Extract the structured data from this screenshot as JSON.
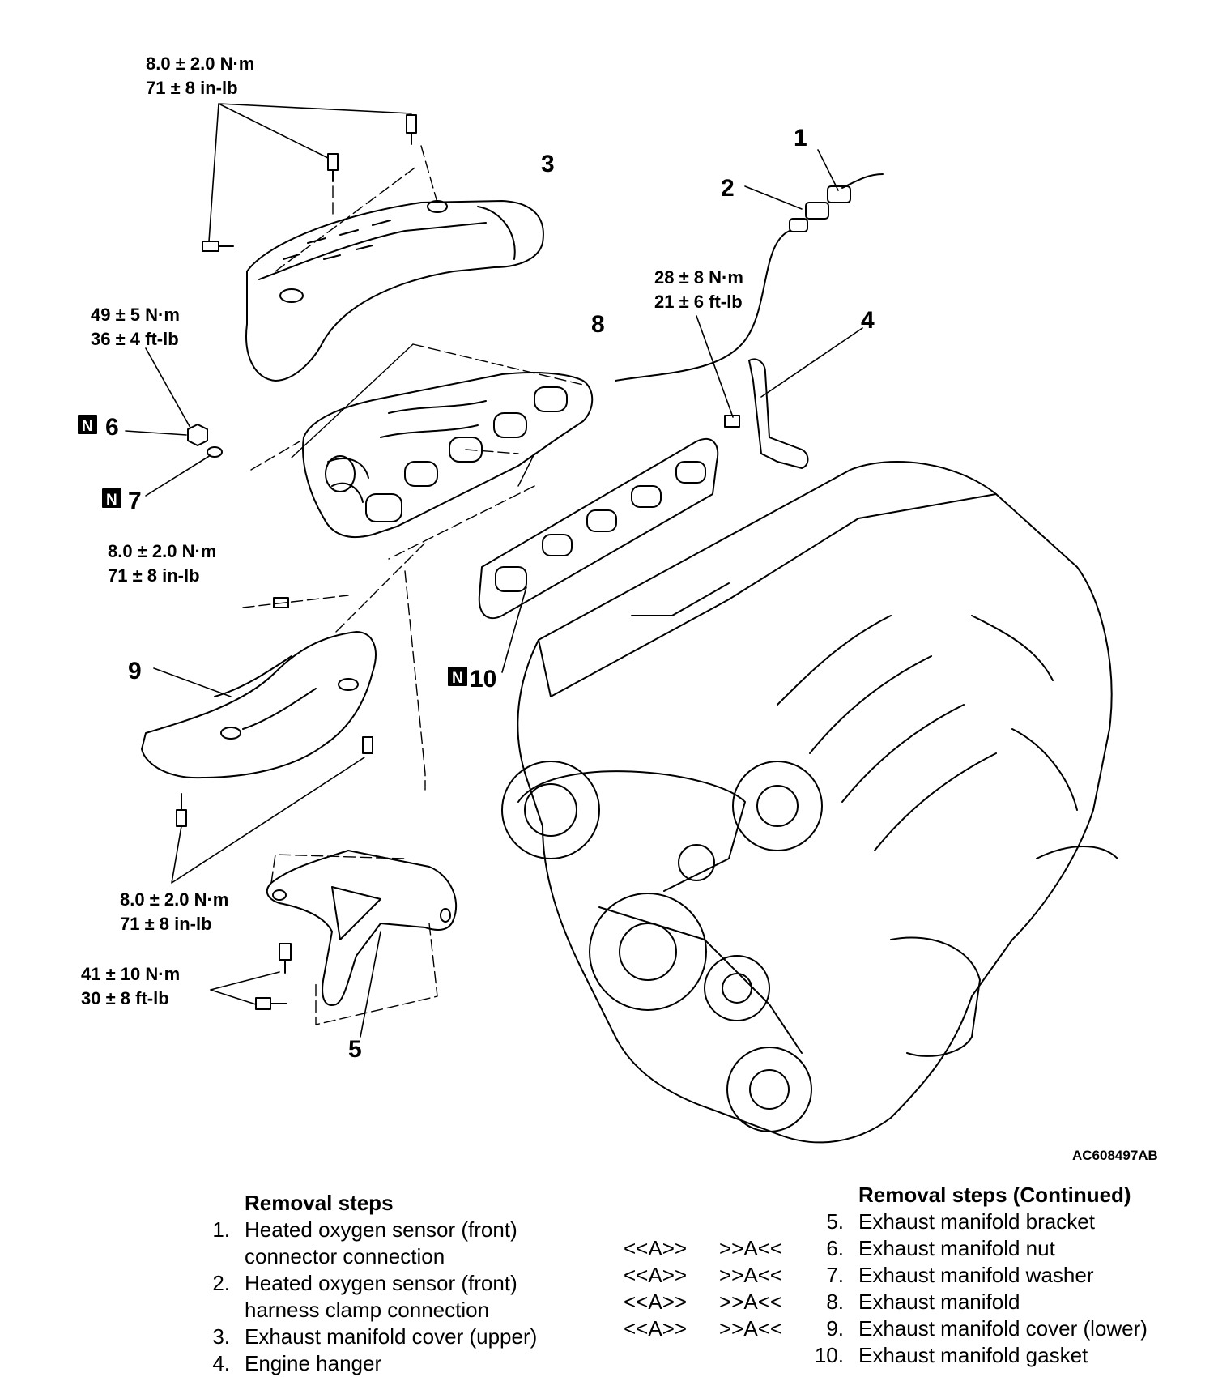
{
  "torques": {
    "top": [
      "8.0 ± 2.0 N·m",
      "71 ± 8 in-lb"
    ],
    "left_upper": [
      "49 ± 5 N·m",
      "36 ± 4 ft-lb"
    ],
    "sensor": [
      "28 ± 8 N·m",
      "21 ± 6 ft-lb"
    ],
    "left_mid": [
      "8.0 ± 2.0 N·m",
      "71 ± 8 in-lb"
    ],
    "left_lower": [
      "8.0 ± 2.0 N·m",
      "71 ± 8 in-lb"
    ],
    "bracket": [
      "41 ± 10 N·m",
      "30 ± 8 ft-lb"
    ]
  },
  "callouts": {
    "c1": "1",
    "c2": "2",
    "c3": "3",
    "c4": "4",
    "c5": "5",
    "c6": "6",
    "c7": "7",
    "c8": "8",
    "c9": "9",
    "c10": "10",
    "new_part_marker": "N"
  },
  "figure_id": "AC608497AB",
  "removal_steps": {
    "heading": "Removal steps",
    "items": [
      {
        "num": "1.",
        "lines": [
          "Heated oxygen sensor (front)",
          "connector connection"
        ]
      },
      {
        "num": "2.",
        "lines": [
          "Heated oxygen sensor (front)",
          "harness clamp connection"
        ]
      },
      {
        "num": "3.",
        "lines": [
          "Exhaust manifold cover (upper)"
        ]
      },
      {
        "num": "4.",
        "lines": [
          "Engine hanger"
        ]
      }
    ]
  },
  "removal_steps_continued": {
    "heading": "Removal steps (Continued)",
    "items": [
      {
        "num": "5.",
        "label": "Exhaust manifold bracket",
        "install": "",
        "remove": ""
      },
      {
        "num": "6.",
        "label": "Exhaust manifold nut",
        "install": "<<A>>",
        "remove": ">>A<<"
      },
      {
        "num": "7.",
        "label": "Exhaust manifold washer",
        "install": "<<A>>",
        "remove": ">>A<<"
      },
      {
        "num": "8.",
        "label": "Exhaust manifold",
        "install": "<<A>>",
        "remove": ">>A<<"
      },
      {
        "num": "9.",
        "label": "Exhaust manifold cover (lower)",
        "install": "<<A>>",
        "remove": ">>A<<"
      },
      {
        "num": "10.",
        "label": "Exhaust manifold gasket",
        "install": "",
        "remove": ""
      }
    ]
  }
}
